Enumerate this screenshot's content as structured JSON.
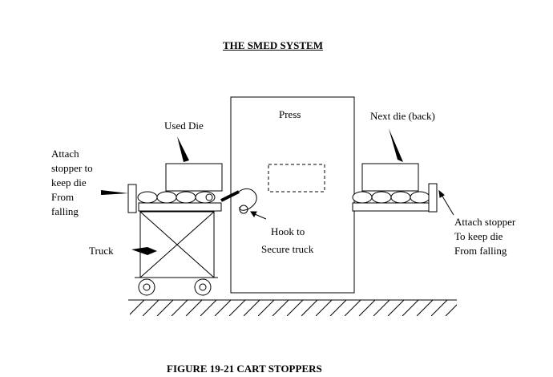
{
  "title": "THE SMED  SYSTEM",
  "caption": "FIGURE 19-21 CART STOPPERS",
  "labels": {
    "used_die": "Used Die",
    "press": "Press",
    "next_die": "Next  die (back)",
    "attach_left": [
      "Attach",
      "stopper to",
      "keep die",
      "From",
      "falling"
    ],
    "hook": [
      "Hook  to",
      "Secure  truck"
    ],
    "truck": "Truck",
    "attach_right": [
      "Attach  stopper",
      "To keep die",
      "From falling"
    ]
  }
}
